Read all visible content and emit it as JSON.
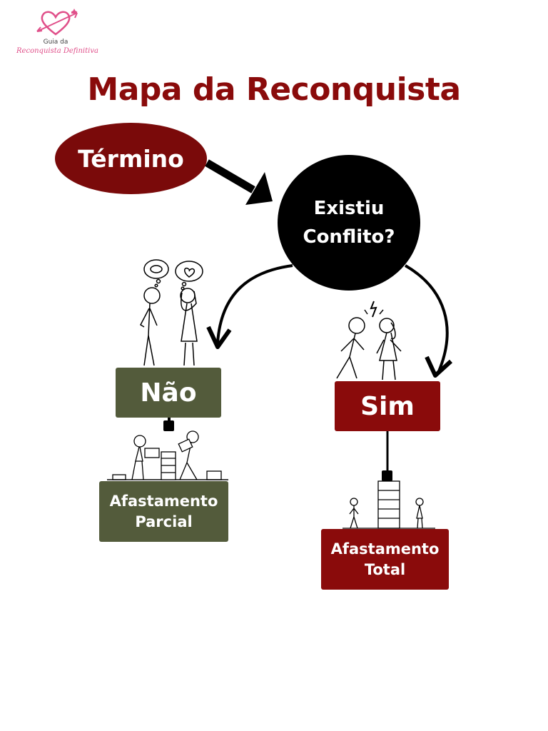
{
  "logo": {
    "line1": "Guia da",
    "line2": "Reconquista Definitiva",
    "icon": "heart-arrow-icon"
  },
  "title": "Mapa da Reconquista",
  "nodes": {
    "termino": "Término",
    "conflito_line1": "Existiu",
    "conflito_line2": "Conflito?",
    "nao": "Não",
    "sim": "Sim",
    "parcial_line1": "Afastamento",
    "parcial_line2": "Parcial",
    "total_line1": "Afastamento",
    "total_line2": "Total"
  },
  "colors": {
    "dark_red": "#8a0b0b",
    "olive": "#535b3b",
    "black": "#000000",
    "logo_pink": "#e0508a"
  }
}
